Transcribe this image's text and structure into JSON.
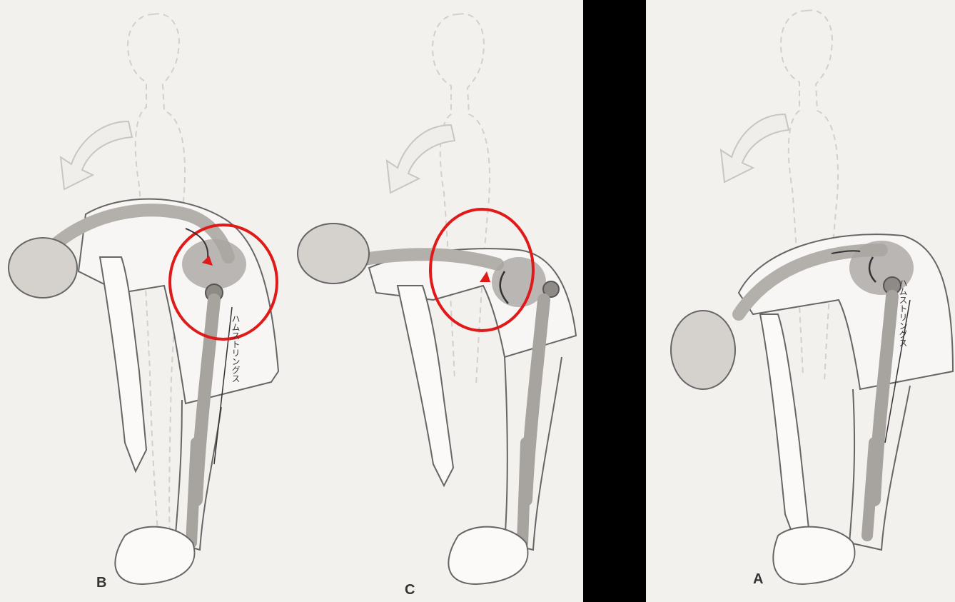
{
  "figures": [
    {
      "id": "B",
      "label": "B",
      "muscle_label": "ハムストリングス",
      "highlight_color": "#e01919"
    },
    {
      "id": "C",
      "label": "C",
      "muscle_label": "",
      "highlight_color": "#e01919"
    },
    {
      "id": "A",
      "label": "A",
      "muscle_label": "ハムストリングス",
      "highlight_color": ""
    }
  ],
  "colors": {
    "divider": "#000000",
    "bone_gray": "#9a9a9a",
    "outline": "#555555",
    "ghost": "#d6d3cf"
  }
}
